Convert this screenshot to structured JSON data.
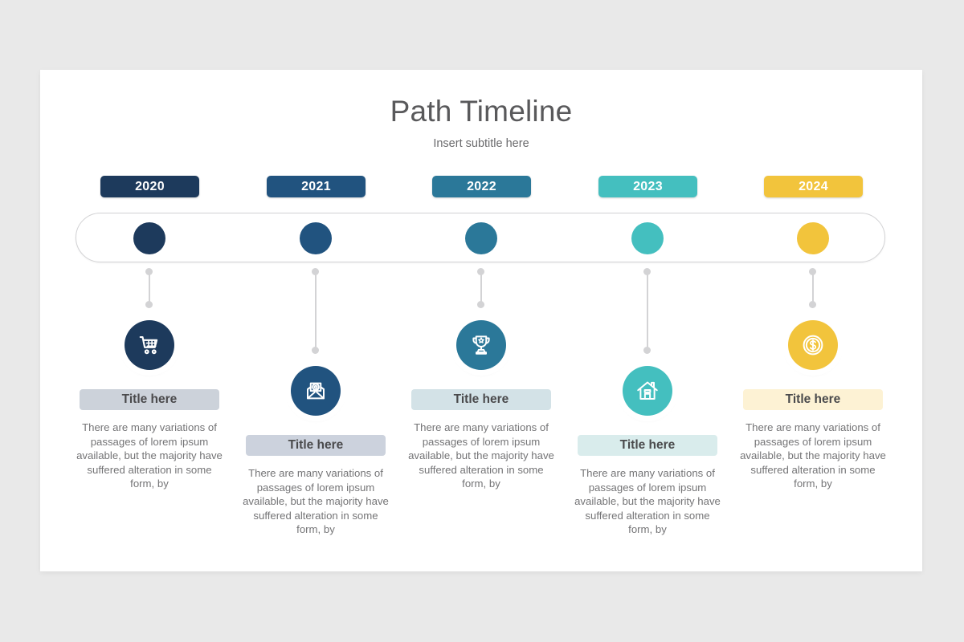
{
  "slide": {
    "title": "Path Timeline",
    "subtitle": "Insert subtitle here",
    "background_color": "#e9e9e9",
    "card_color": "#ffffff",
    "title_color": "#59595b"
  },
  "palette": {
    "step1": "#1d3a5c",
    "step2": "#21537f",
    "step3": "#2b7899",
    "step4": "#44bfbf",
    "step5": "#f2c43c",
    "track_border": "#d2d2d4",
    "connector": "#d3d3d5",
    "body_text": "#747476",
    "title_text": "#4a4a4c"
  },
  "steps": [
    {
      "year": "2020",
      "year_color": "#1d3a5c",
      "node_color": "#1d3a5c",
      "icon_color": "#1d3a5c",
      "icon": "shopping-cart-icon",
      "title": "Title here",
      "title_bg": "#ccd2da",
      "body": "There are many variations of passages of lorem ipsum available, but the majority have suffered alteration in some form, by"
    },
    {
      "year": "2021",
      "year_color": "#21537f",
      "node_color": "#21537f",
      "icon_color": "#21537f",
      "icon": "email-at-icon",
      "title": "Title here",
      "title_bg": "#ccd2dd",
      "body": "There are many variations of passages of lorem ipsum available, but the majority have suffered alteration in some form, by"
    },
    {
      "year": "2022",
      "year_color": "#2b7899",
      "node_color": "#2b7899",
      "icon_color": "#2b7899",
      "icon": "trophy-icon",
      "title": "Title here",
      "title_bg": "#d3e2e7",
      "body": "There are many variations of passages of lorem ipsum available, but the majority have suffered alteration in some form, by"
    },
    {
      "year": "2023",
      "year_color": "#44bfbf",
      "node_color": "#44bfbf",
      "icon_color": "#44bfbf",
      "icon": "home-icon",
      "title": "Title here",
      "title_bg": "#d9ecec",
      "body": "There are many variations of passages of lorem ipsum available, but the majority have suffered alteration in some form, by"
    },
    {
      "year": "2024",
      "year_color": "#f2c43c",
      "node_color": "#f2c43c",
      "icon_color": "#f2c43c",
      "icon": "dollar-coin-icon",
      "title": "Title here",
      "title_bg": "#fdf2d4",
      "body": "There are many variations of passages of lorem ipsum available, but the majority have suffered alteration in some form, by"
    }
  ]
}
